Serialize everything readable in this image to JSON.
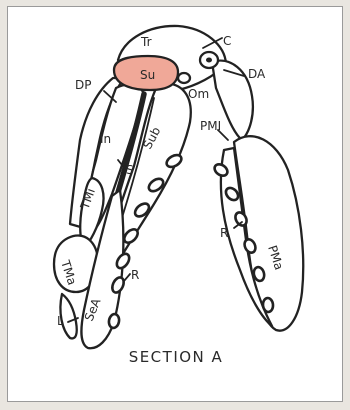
{
  "caption": "SECTION A",
  "accent_color": "#f0a898",
  "labels": {
    "tr": "Tr",
    "c": "C",
    "su": "Su",
    "om": "Om",
    "dp": "DP",
    "da": "DA",
    "in": "In",
    "sub": "Sub",
    "pmi": "PMI",
    "tmi": "TMi",
    "s": "S",
    "r_right": "R",
    "pma": "PMa",
    "tma": "TMa",
    "r_left": "R",
    "sea": "SeA",
    "l": "L"
  }
}
